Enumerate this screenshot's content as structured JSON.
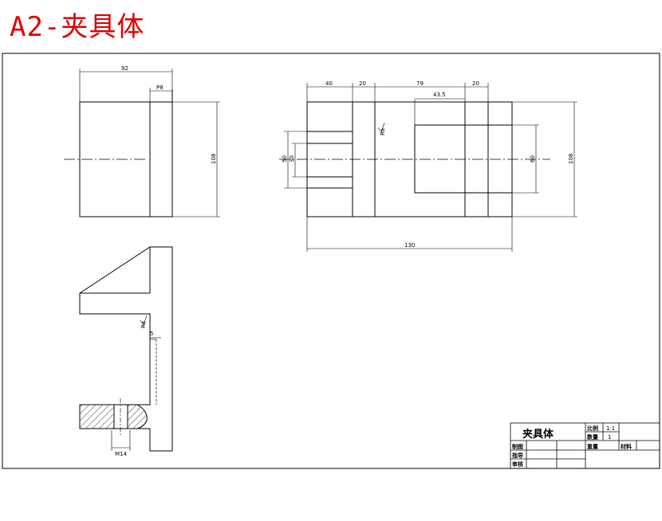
{
  "title": "A2-夹具体",
  "dimensions": {
    "width_92": "92",
    "width_p8": "P8",
    "height_108_left": "108",
    "len_40": "40",
    "len_20a": "20",
    "len_79": "79",
    "len_20b": "20",
    "len_43_5": "43.5",
    "dia_50": "50",
    "dia_30": "30",
    "dia_60": "60",
    "height_108_right": "108",
    "total_130": "130",
    "len_5": "5",
    "thread_m14": "M14",
    "surf_a": "Ra",
    "surf_b": "Ra"
  },
  "title_block": {
    "part_name": "夹具体",
    "scale_label": "比例",
    "scale_value": "1:1",
    "qty_label": "数量",
    "qty_value": "1",
    "drawn_label": "制图",
    "weight_label": "重量",
    "material_label": "材料",
    "design_label": "指导",
    "check_label": "审核"
  }
}
